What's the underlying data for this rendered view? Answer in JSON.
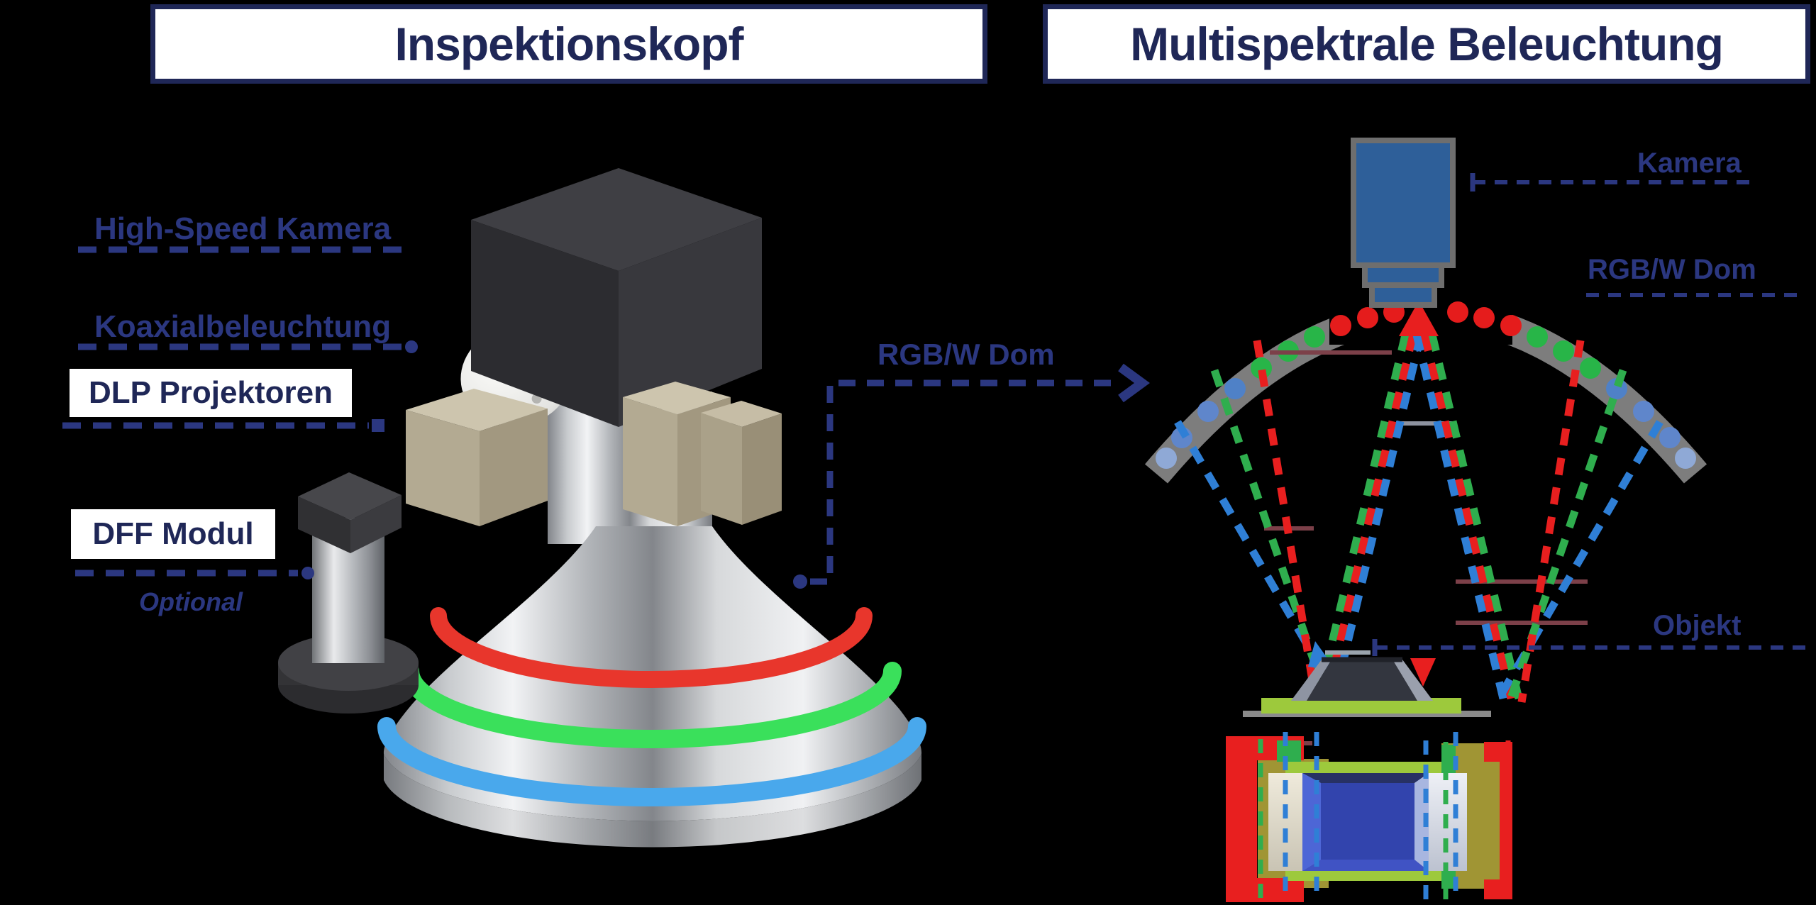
{
  "left": {
    "title": "Inspektionskopf",
    "label_high_speed": "High-Speed Kamera",
    "label_koaxial": "Koaxialbeleuchtung",
    "label_dlp": "DLP Projektoren",
    "label_dff": "DFF Modul",
    "label_optional": "Optional"
  },
  "center": {
    "label_rgbw_dom": "RGB/W Dom"
  },
  "right": {
    "title": "Multispektrale Beleuchtung",
    "label_kamera": "Kamera",
    "label_rgbw_dom": "RGB/W Dom",
    "label_objekt": "Objekt"
  },
  "colors": {
    "background": "#000000",
    "label_navy": "#2b3780",
    "title_navy": "#1f2757",
    "led_red": "#e51c1c",
    "led_green": "#28b548",
    "led_blue": "#4f81c7",
    "ring_red": "#e8362c",
    "ring_green": "#3ae05b",
    "ring_blue": "#49a8ec",
    "camera_blue": "#2e5f99",
    "stage_green": "#9dc93c",
    "dome_gray": "#7d7d7d"
  }
}
